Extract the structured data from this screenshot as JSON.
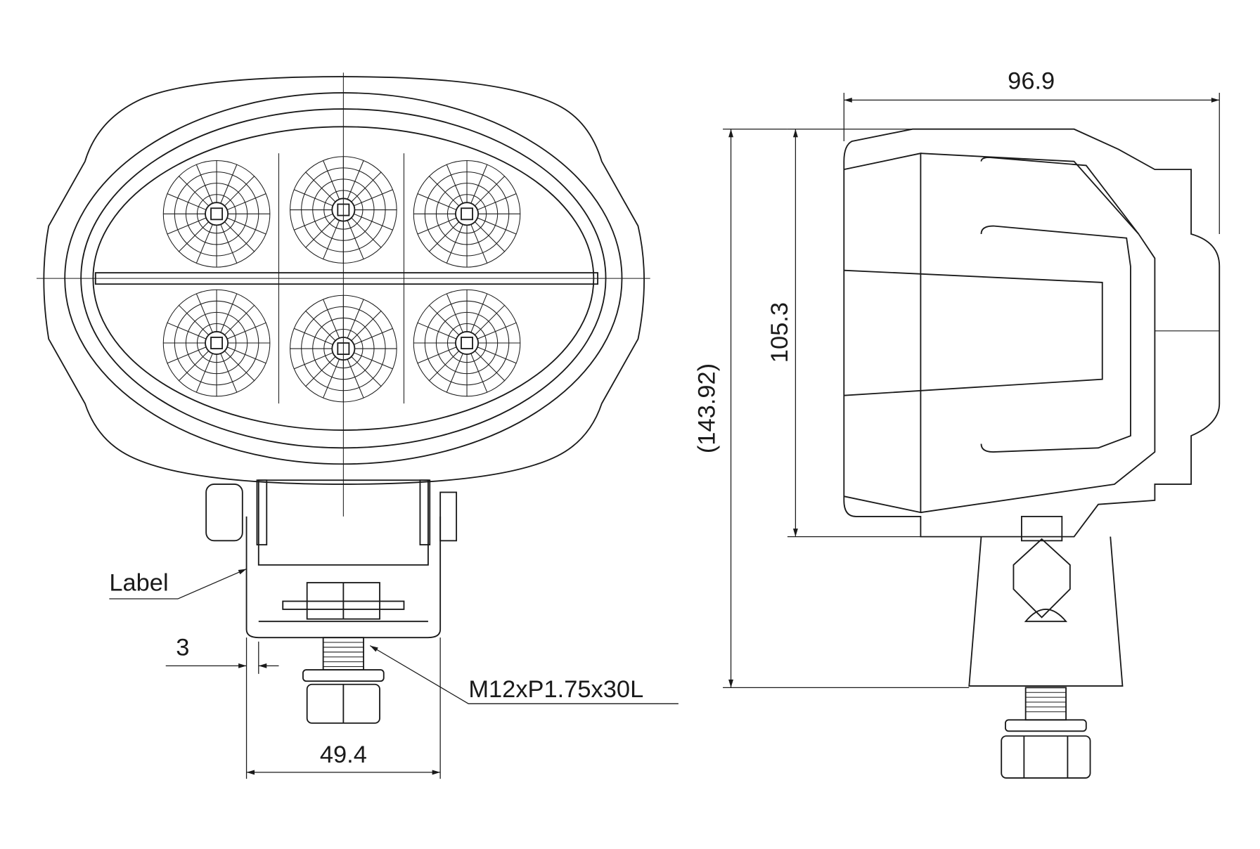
{
  "drawing": {
    "front_view": {
      "width_dimension": "49.4",
      "offset_dimension": "3",
      "label_callout": "Label",
      "bolt_callout": "M12xP1.75x30L"
    },
    "side_view": {
      "depth_dimension": "96.9",
      "body_height_dimension": "105.3",
      "overall_height_dimension": "(143.92)"
    },
    "led_count": 6,
    "line_color": "#1a1a1a"
  }
}
